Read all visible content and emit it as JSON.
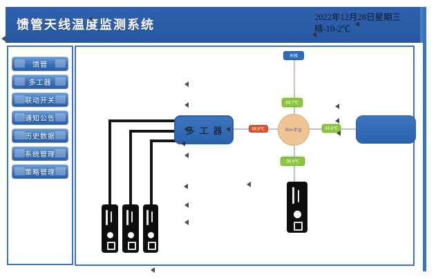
{
  "header": {
    "title": "馈管天线温度监测系统",
    "date": "2022年12月28日星期三",
    "weather": "晴-10-2℃"
  },
  "sidebar": {
    "items": [
      {
        "label": "馈管"
      },
      {
        "label": "多工器"
      },
      {
        "label": "联动开关"
      },
      {
        "label": "通知公告"
      },
      {
        "label": "历史数据"
      },
      {
        "label": "系统管理"
      },
      {
        "label": "策略管理"
      }
    ]
  },
  "diagram": {
    "multiplexer_label": "多工器",
    "hub_label": "95m平台",
    "antenna_node_label": "天线",
    "multiplexer_temp": "68.8℃",
    "hub_top_temp": "84.7℃",
    "hub_right_temp": "43.8℃",
    "hub_bottom_temp": "98.6℃"
  },
  "colors": {
    "header_blue": "#2b5ca7",
    "panel_border": "#3a73bb",
    "box_blue": "#2f6cb8",
    "badge_green": "#8dc63f",
    "badge_red": "#e2512c",
    "hub_fill": "#f0c593",
    "connector": "#b6bfe2",
    "cable_black": "#141414"
  }
}
